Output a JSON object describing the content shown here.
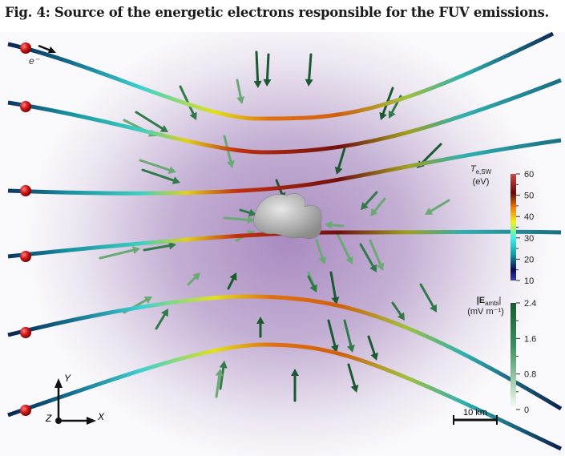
{
  "title": "Fig. 4: Source of the energetic electrons responsible for the FUV emissions.",
  "electron_label": "e⁻",
  "temperature_colorbar": {
    "label_line1": "T",
    "label_sub": "e,SW",
    "label_line2": "(eV)",
    "ticks": [
      "60",
      "50",
      "40",
      "30",
      "20",
      "10"
    ],
    "colors": [
      "#3a3fb0",
      "#0a0a50",
      "#16a0a8",
      "#40f0f0",
      "#f0f020",
      "#f08010",
      "#600a0a",
      "#d04848"
    ]
  },
  "field_colorbar": {
    "label_line1": "|E",
    "label_sub": "ambi",
    "label_end": "|",
    "label_line2": "(mV m⁻¹)",
    "ticks": [
      "2.4",
      "1.6",
      "0.8",
      "0"
    ],
    "colors": [
      "#1a5a30",
      "#3a9060",
      "#a8d0b0",
      "#ffffff"
    ]
  },
  "axes": {
    "x": "X",
    "y": "Y",
    "z": "Z"
  },
  "scale_bar": "10 km"
}
